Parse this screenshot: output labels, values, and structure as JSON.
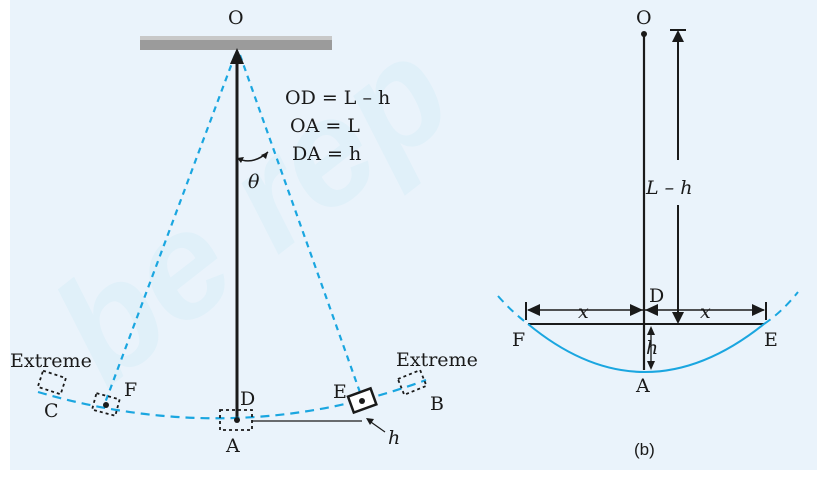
{
  "colors": {
    "panel_bg": "#eaf3fb",
    "pendulum_blue": "#1aa6e0",
    "line_black": "#1a1a1a",
    "ceiling_gray": "#9b9b9b"
  },
  "icons": [
    "bob-box-icon",
    "arrow-head-icon"
  ],
  "watermark": {
    "text": "be rep"
  },
  "figure_a": {
    "labels": {
      "pivot": "O",
      "equation_od": "OD = L – h",
      "equation_oa": "OA = L",
      "equation_da": "DA = h",
      "angle": "θ",
      "extreme_left": "Extreme",
      "extreme_right": "Extreme",
      "point_c": "C",
      "point_f": "F",
      "point_d": "D",
      "point_a": "A",
      "point_e": "E",
      "point_b": "B",
      "height": "h"
    }
  },
  "figure_b": {
    "labels": {
      "pivot": "O",
      "length": "L – h",
      "point_d": "D",
      "x_left": "x",
      "x_right": "x",
      "point_f": "F",
      "point_e": "E",
      "height": "h",
      "point_a": "A",
      "caption": "(b)"
    }
  }
}
